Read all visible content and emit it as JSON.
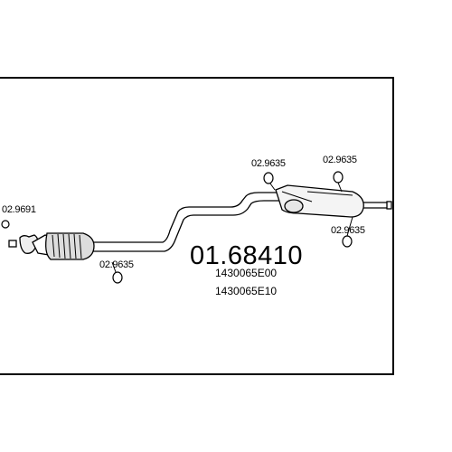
{
  "diagram": {
    "part_number": "01.68410",
    "oem_numbers": [
      "1430065E00",
      "1430065E10"
    ],
    "parts": [
      {
        "label": "02.9691",
        "kind": "gasket-ring"
      },
      {
        "label": "02.9635",
        "kind": "rubber-mount-front"
      },
      {
        "label": "02.9635",
        "kind": "rubber-mount-rear-1"
      },
      {
        "label": "02.9635",
        "kind": "rubber-mount-rear-2"
      },
      {
        "label": "02.9635",
        "kind": "rubber-mount-rear-3"
      }
    ]
  }
}
